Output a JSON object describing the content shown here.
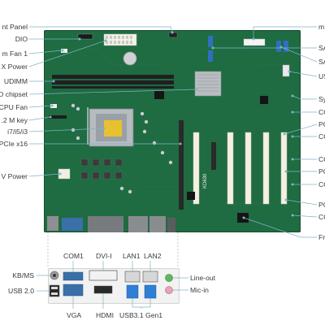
{
  "board": {
    "model": "KD630"
  },
  "left_labels": [
    {
      "key": "front_panel",
      "text": "nt Panel"
    },
    {
      "key": "dio",
      "text": "DIO"
    },
    {
      "key": "system_fan1",
      "text": "m Fan 1"
    },
    {
      "key": "atx_power",
      "text": "X Power"
    },
    {
      "key": "udimm",
      "text": "UDIMM"
    },
    {
      "key": "chipset",
      "text": "D chipset"
    },
    {
      "key": "cpu_fan",
      "text": "CPU Fan"
    },
    {
      "key": "m2_mkey",
      "text": ".2 M key"
    },
    {
      "key": "cpu",
      "text": "i7/i5/i3"
    },
    {
      "key": "pcie_x16",
      "text": "PCIe x16"
    },
    {
      "key": "v_power",
      "text": "V Power"
    }
  ],
  "right_labels": [
    {
      "key": "r1",
      "text": "m"
    },
    {
      "key": "r2",
      "text": "SA"
    },
    {
      "key": "r3",
      "text": "SA"
    },
    {
      "key": "r4",
      "text": "US"
    },
    {
      "key": "r5",
      "text": "Sy"
    },
    {
      "key": "r6",
      "text": "CO"
    },
    {
      "key": "r7",
      "text": "PC"
    },
    {
      "key": "r8",
      "text": "CO"
    },
    {
      "key": "r9",
      "text": "CO"
    },
    {
      "key": "r10",
      "text": "PC"
    },
    {
      "key": "r11",
      "text": "CO"
    },
    {
      "key": "r12",
      "text": "PC"
    },
    {
      "key": "r13",
      "text": "CO"
    },
    {
      "key": "r14",
      "text": "Fr"
    }
  ],
  "io": {
    "top": {
      "com1": "COM1",
      "dvi": "DVI-I",
      "lan1": "LAN1",
      "lan2": "LAN2"
    },
    "left": {
      "kbms": "KB/MS",
      "usb2": "USB 2.0"
    },
    "right": {
      "lineout": "Line-out",
      "micin": "Mic-in"
    },
    "bottom": {
      "vga": "VGA",
      "hdmi": "HDMI",
      "usb31": "USB3.1 Gen1"
    }
  },
  "colors": {
    "pcb": "#1f6b42",
    "leader": "#7fb5c6",
    "dimm_slot": "#202020",
    "pci_slot": "#f4f0e2",
    "pcie_slot": "#2a2a2a",
    "sata": "#2f6fbf",
    "usb3": "#2f7fd4",
    "com_blue": "#3a6fa8",
    "jack_green": "#5cb85c",
    "jack_pink": "#e7a3b8"
  }
}
